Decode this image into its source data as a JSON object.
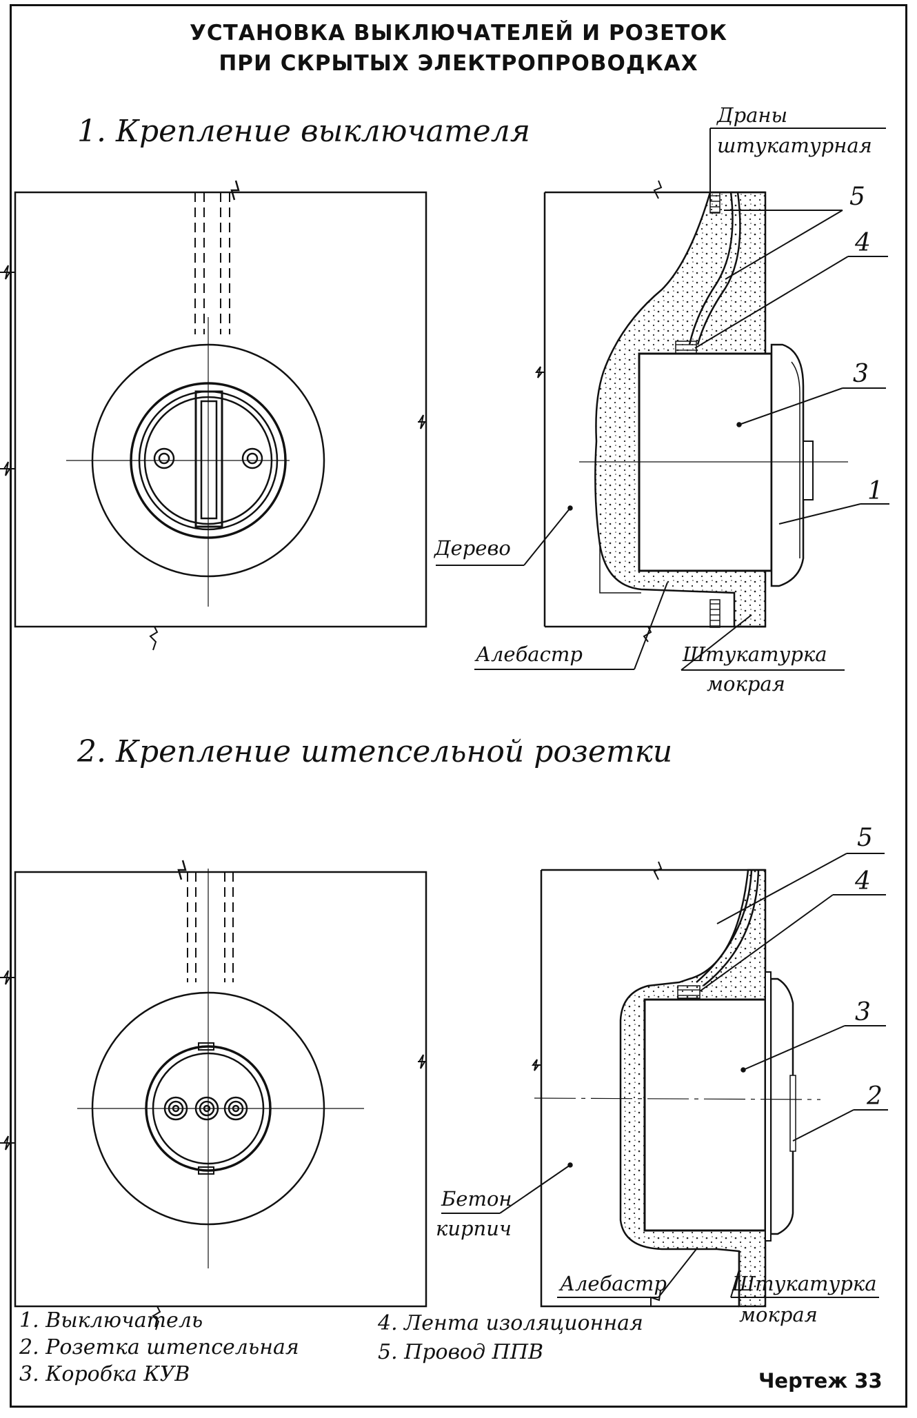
{
  "title": {
    "line1": "УСТАНОВКА ВЫКЛЮЧАТЕЛЕЙ И РОЗЕТОК",
    "line2": "ПРИ СКРЫТЫХ ЭЛЕКТРОПРОВОДКАХ"
  },
  "section1": {
    "heading": "1. Крепление  выключателя",
    "labels": {
      "dran_1": "Драны",
      "dran_2": "штукатурная",
      "wood": "Дерево",
      "alabaster": "Алебастр",
      "plaster_1": "Штукатурка",
      "plaster_2": "мокрая"
    },
    "numbers": [
      "5",
      "4",
      "3",
      "1"
    ]
  },
  "section2": {
    "heading": "2. Крепление штепсельной розетки",
    "labels": {
      "concrete_1": "Бетон",
      "concrete_2": "кирпич",
      "alabaster": "Алебастр",
      "plaster_1": "Штукатурка",
      "plaster_2": "мокрая"
    },
    "numbers": [
      "5",
      "4",
      "3",
      "2"
    ]
  },
  "legend": {
    "left": [
      "1. Выключатель",
      "2. Розетка штепсельная",
      "3. Коробка    КУВ"
    ],
    "right": [
      "4. Лента изоляционная",
      "5. Провод  ППВ"
    ]
  },
  "stamp": "Чертеж 33"
}
